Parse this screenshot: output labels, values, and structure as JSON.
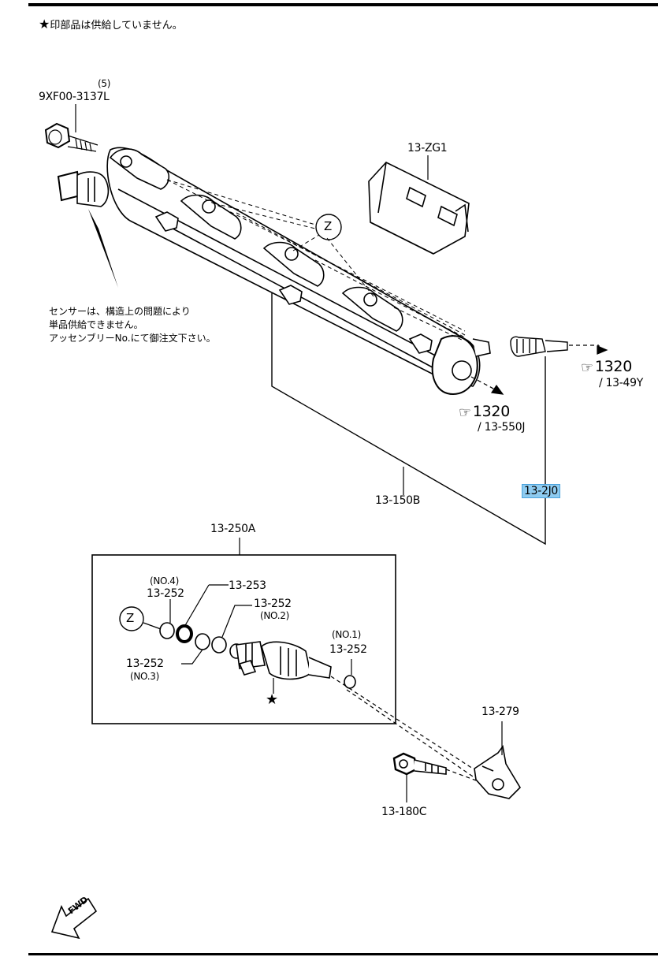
{
  "note_top": "印部品は供給していません。",
  "note_star_icon": "black-star-icon",
  "sensor_note": [
    "センサーは、構造上の問題により",
    "単品供給できません。",
    "アッセンブリーNo.にて御注文下さい。"
  ],
  "labels": {
    "bolt_qty": "(5)",
    "bolt_part": "9XF00-3137L",
    "cover": "13-ZG1",
    "z_mark_top": "Z",
    "ref_1320_a": "1320",
    "ref_13_49Y": "/ 13-49Y",
    "ref_1320_b": "1320",
    "ref_13_550J": "/ 13-550J",
    "part_13_2J0": "13-2J0",
    "part_13_150B": "13-150B",
    "kit": "13-250A",
    "no4": "(NO.4)",
    "p252_no4": "13-252",
    "p253": "13-253",
    "p252_no2": "13-252",
    "no2": "(NO.2)",
    "z_mark_kit": "Z",
    "p252_no3": "13-252",
    "no3": "(NO.3)",
    "no1": "(NO.1)",
    "p252_no1": "13-252",
    "star_mark": "★",
    "p279": "13-279",
    "p180C": "13-180C",
    "fwd": "FWD"
  },
  "colors": {
    "line": "#000000",
    "highlight": "#8ecbf0"
  },
  "icons": {
    "reference": "pointing-hand-icon",
    "z_circle": "z-circle-icon",
    "fwd_arrow": "fwd-arrow-icon"
  }
}
